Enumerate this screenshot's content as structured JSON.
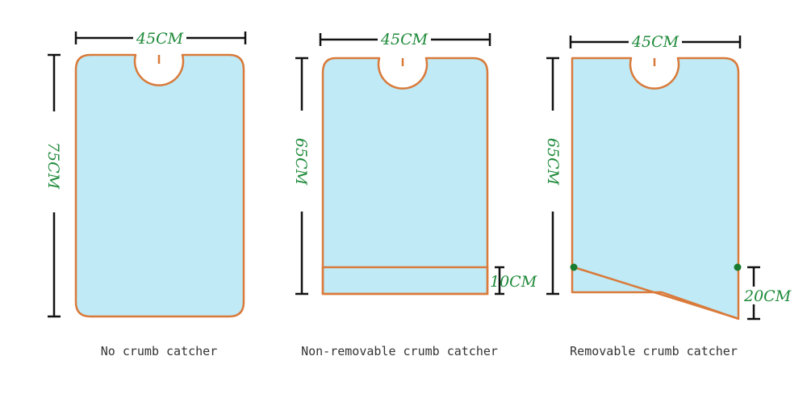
{
  "colors": {
    "bib_fill": "#bfeaf6",
    "bib_outline": "#d97a3a",
    "dimension_line": "#111111",
    "dimension_text": "#1f8a3a",
    "snap_dot": "#1a7a2e",
    "caption_text": "#333333"
  },
  "bibs": [
    {
      "caption": "No crumb catcher",
      "width_label": "45CM",
      "height_label": "75CM"
    },
    {
      "caption": "Non-removable crumb catcher",
      "width_label": "45CM",
      "height_label": "65CM",
      "pocket_label": "10CM"
    },
    {
      "caption": "Removable crumb catcher",
      "width_label": "45CM",
      "height_label": "65CM",
      "pocket_label": "20CM"
    }
  ]
}
